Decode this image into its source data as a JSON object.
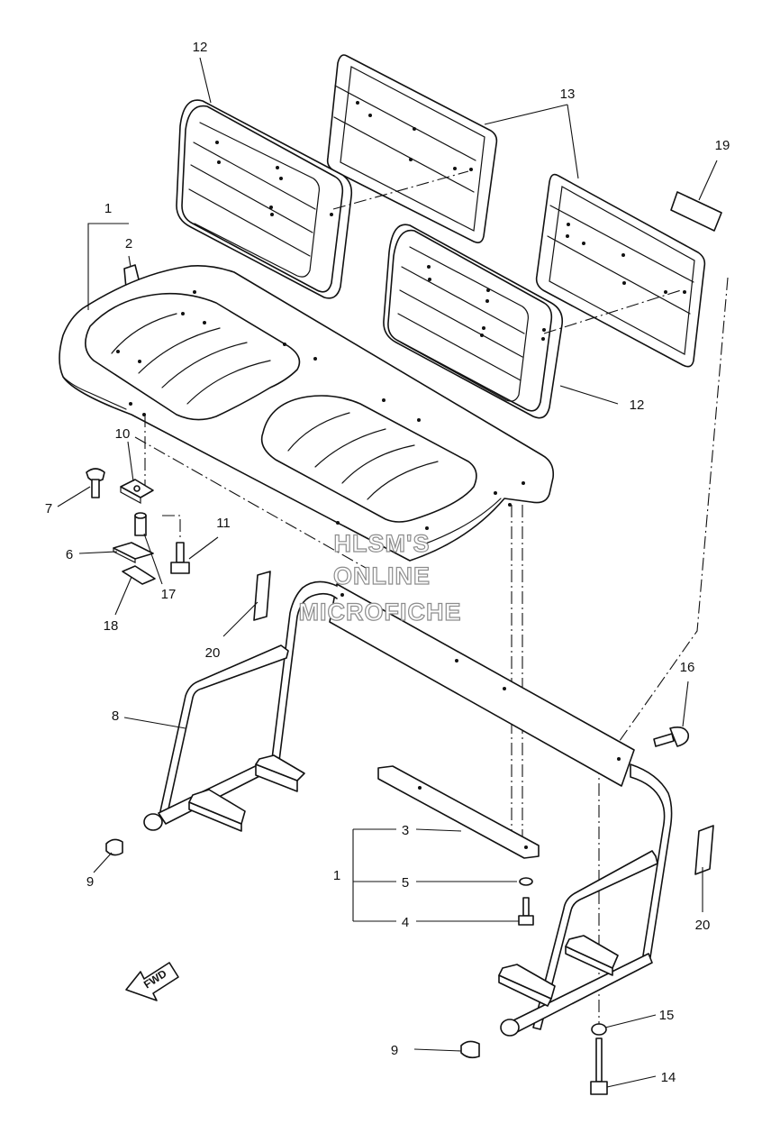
{
  "diagram": {
    "watermark": [
      "HLSM'S",
      "ONLINE",
      "MICROFICHE"
    ],
    "direction_label": "FWD",
    "callouts": {
      "c1a": "1",
      "c1b": "1",
      "c2": "2",
      "c3": "3",
      "c4": "4",
      "c5": "5",
      "c6": "6",
      "c7": "7",
      "c8": "8",
      "c9a": "9",
      "c9b": "9",
      "c10": "10",
      "c11": "11",
      "c12a": "12",
      "c12b": "12",
      "c13": "13",
      "c14": "14",
      "c15": "15",
      "c16": "16",
      "c17": "17",
      "c18": "18",
      "c19": "19",
      "c20a": "20",
      "c20b": "20"
    }
  }
}
